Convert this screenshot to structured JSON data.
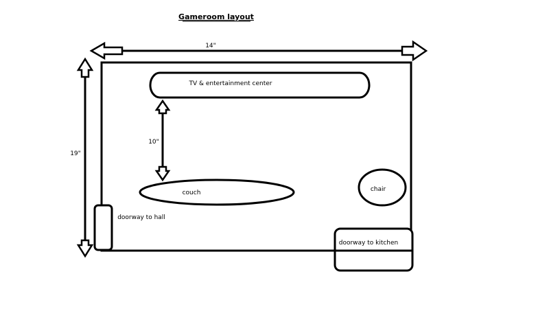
{
  "title": "Gameroom layout",
  "dimensions": {
    "width_label": "14\"",
    "height_label": "19\"",
    "tv_to_couch_label": "10\""
  },
  "furniture": {
    "tv": "TV & entertainment center",
    "couch": "couch",
    "chair": "chair"
  },
  "doorways": {
    "hall": "doorway to hall",
    "kitchen": "doorway to kitchen"
  }
}
